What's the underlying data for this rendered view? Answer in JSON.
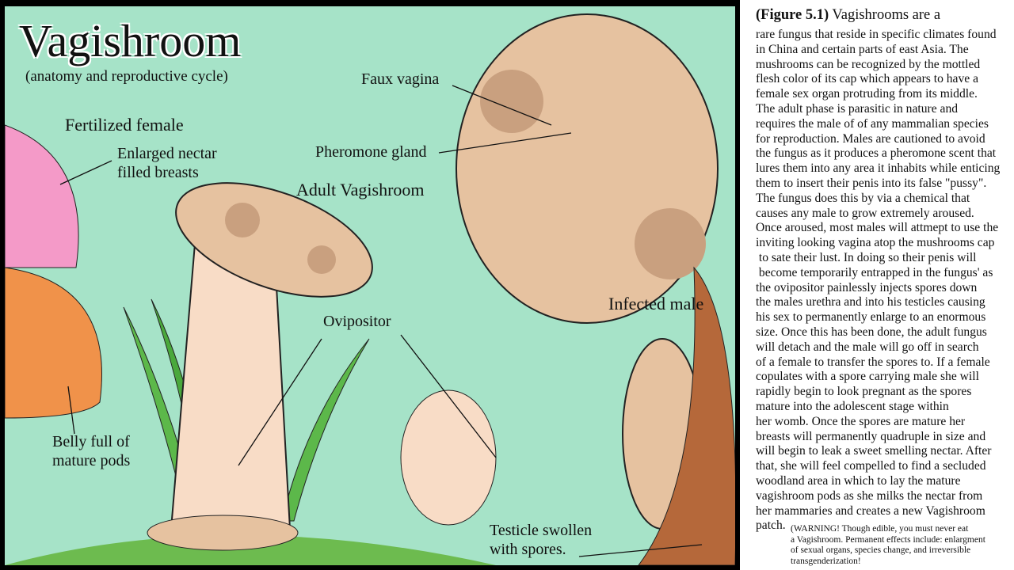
{
  "illustration": {
    "title": "Vagishroom",
    "subtitle": "(anatomy and reproductive cycle)",
    "labels": {
      "fertilized_female": "Fertilized female",
      "enlarged_nectar": [
        "Enlarged nectar",
        "filled breasts"
      ],
      "adult_vagishroom": "Adult Vagishroom",
      "faux_vagina": "Faux vagina",
      "pheromone_gland": "Pheromone gland",
      "ovipositor": "Ovipositor",
      "infected_male": "Infected male",
      "belly_pods": [
        "Belly full of",
        "mature pods"
      ],
      "testicle": [
        "Testicle swollen",
        "with spores."
      ]
    },
    "colors": {
      "background": "#a6e3c8",
      "cap": "#e6c2a0",
      "cap_spots": "#c9a07f",
      "stem": "#f8dcc6",
      "leaf": "#5cb84a"
    }
  },
  "description": {
    "figure_label": "(Figure 5.1)",
    "first_line_rest": " Vagishrooms are a",
    "lines": [
      "rare fungus that reside in specific climates found",
      "in China and certain parts of east Asia. The",
      "mushrooms can be recognized by the mottled",
      "flesh color of its cap which appears to have a",
      "female sex organ protruding from its middle.",
      "The adult phase is parasitic in nature and",
      "requires the male of of any mammalian species",
      "for reproduction. Males are cautioned to avoid",
      "the fungus as it produces a pheromone scent that",
      "lures them into any area it inhabits while enticing",
      "them to insert their penis into its false \"pussy\".",
      "The fungus does this by via a chemical that",
      "causes any male to grow extremely aroused.",
      "Once aroused, most males will attmept to use the",
      "inviting looking vagina atop the mushrooms cap",
      " to sate their lust. In doing so their penis will",
      " become temporarily entrapped in the fungus' as",
      "the ovipositor painlessly injects spores down",
      "the males urethra and into his testicles causing",
      "his sex to permanently enlarge to an enormous",
      "size. Once this has been done, the adult fungus",
      "will detach and the male will go off in search",
      "of a female to transfer the spores to. If a female",
      "copulates with a spore carrying male she will",
      "rapidly begin to look pregnant as the spores",
      "mature into the adolescent stage within",
      "her womb. Once the spores are mature her",
      "breasts will permanently quadruple in size and",
      "will begin to leak a sweet smelling nectar. After",
      "that, she will feel compelled to find a secluded",
      "woodland area in which to lay the mature",
      "vagishroom pods as she milks the nectar from",
      "her mammaries and creates a new Vagishroom",
      "patch."
    ],
    "warning": [
      "(WARNING! Though edible, you must never eat",
      "a Vagishroom. Permanent effects include: enlargment",
      "of sexual organs, species change, and irreversible",
      "transgenderization!"
    ]
  }
}
